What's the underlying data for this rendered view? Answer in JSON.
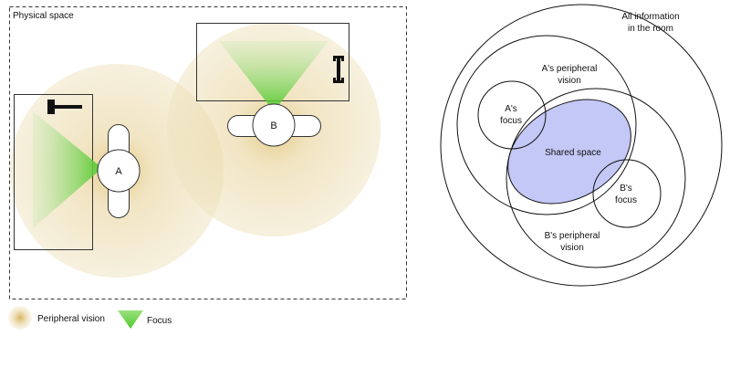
{
  "physical": {
    "title": "Physical space",
    "person_a": "A",
    "person_b": "B",
    "hammer_icon": "hammer-icon",
    "wrench_icon": "wrench-icon"
  },
  "legend": {
    "peripheral": "Peripheral vision",
    "focus": "Focus"
  },
  "venn": {
    "all_line1": "All information",
    "all_line2": "in the room",
    "a_periph_line1": "A's peripheral",
    "a_periph_line2": "vision",
    "a_focus_line1": "A's",
    "a_focus_line2": "focus",
    "shared": "Shared space",
    "b_focus_line1": "B's",
    "b_focus_line2": "focus",
    "b_periph_line1": "B's peripheral",
    "b_periph_line2": "vision"
  },
  "colors": {
    "peripheral": "#e8d7a4",
    "focus": "#5fcf3a",
    "shared": "#c3c8f6"
  }
}
